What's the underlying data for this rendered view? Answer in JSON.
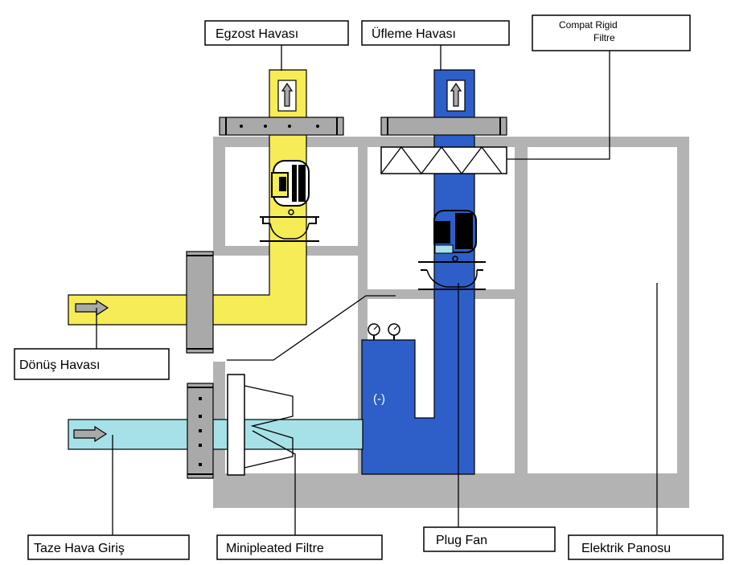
{
  "labels": {
    "egzost": "Egzost Havası",
    "ufleme": "Üfleme Havası",
    "compat_line1": "Compat Rigid",
    "compat_line2": "Filtre",
    "donus": "Dönüş Havası",
    "taze": "Taze Hava Giriş",
    "minipleated": "Minipleated Filtre",
    "plug_fan": "Plug Fan",
    "elektrik": "Elektrik Panosu",
    "pressure_sign": "(-)"
  },
  "colors": {
    "exhaust_air": "#f5ec56",
    "supply_air": "#2e5fc8",
    "fresh_air": "#a6e1e8",
    "casing": "#b3b3b3",
    "damper": "#a9a9a9"
  },
  "icons": {
    "arrow_up": "up-arrow-icon",
    "arrow_right": "right-arrow-icon",
    "fan_motor": "fan-motor-icon",
    "pressure_gauge": "pressure-gauge-icon"
  }
}
